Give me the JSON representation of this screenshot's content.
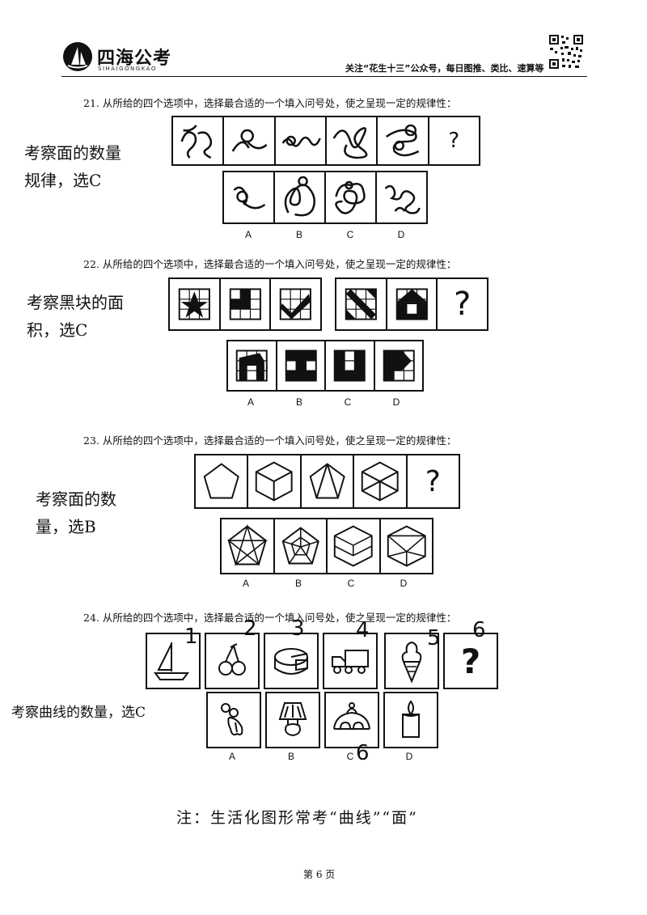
{
  "header": {
    "logo_name": "四海公考",
    "logo_sub": "SIHAIGONGKAO",
    "slogan": "关注“花生十三”公众号，每日图推、类比、速算等"
  },
  "questions": [
    {
      "number": "21.",
      "text": "从所给的四个选项中，选择最合适的一个填入问号处，使之呈现一定的规律性：",
      "note_lines": [
        "考察面的数量",
        "规律，选C"
      ],
      "question_mark": "?",
      "options": [
        "A",
        "B",
        "C",
        "D"
      ]
    },
    {
      "number": "22.",
      "text": "从所给的四个选项中，选择最合适的一个填入问号处，使之呈现一定的规律性：",
      "note_lines": [
        "考察黑块的面",
        "积，选C"
      ],
      "question_mark": "?",
      "options": [
        "A",
        "B",
        "C",
        "D"
      ]
    },
    {
      "number": "23.",
      "text": "从所给的四个选项中，选择最合适的一个填入问号处，使之呈现一定的规律性：",
      "note_lines": [
        "考察面的数",
        "量，选B"
      ],
      "question_mark": "?",
      "options": [
        "A",
        "B",
        "C",
        "D"
      ]
    },
    {
      "number": "24.",
      "text": "从所给的四个选项中，选择最合适的一个填入问号处，使之呈现一定的规律性：",
      "note_lines": [
        "考察曲线的数量，选C"
      ],
      "question_mark": "?",
      "options": [
        "A",
        "B",
        "C",
        "D"
      ],
      "hand_numbers": [
        "1",
        "2",
        "3",
        "4",
        "5",
        "6",
        "6"
      ]
    }
  ],
  "footer_note": "注：生活化图形常考“曲线”“面”",
  "page_label": "第 6 页"
}
